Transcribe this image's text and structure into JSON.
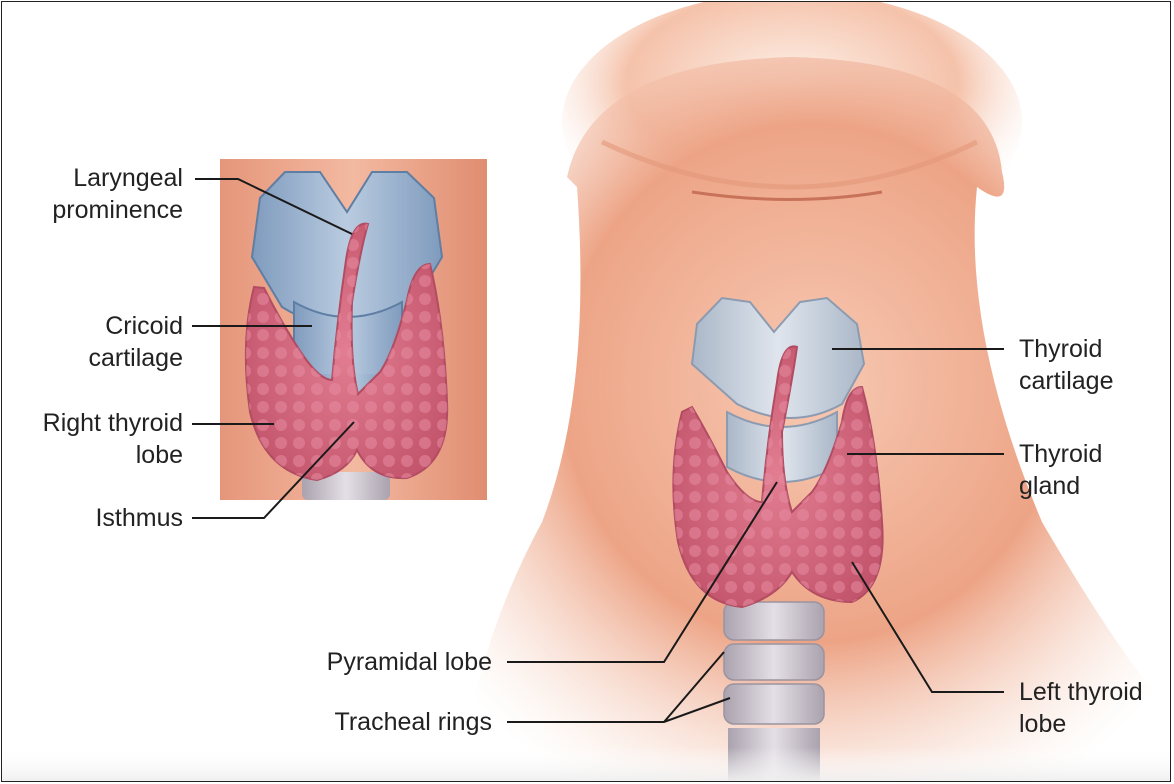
{
  "labels": {
    "laryngeal_prominence": [
      "Laryngeal",
      "prominence"
    ],
    "cricoid_cartilage": [
      "Cricoid",
      "cartilage"
    ],
    "right_thyroid_lobe": [
      "Right thyroid",
      "lobe"
    ],
    "isthmus": [
      "Isthmus"
    ],
    "thyroid_cartilage": [
      "Thyroid",
      "cartilage"
    ],
    "thyroid_gland": [
      "Thyroid",
      "gland"
    ],
    "pyramidal_lobe": [
      "Pyramidal lobe"
    ],
    "tracheal_rings": [
      "Tracheal rings"
    ],
    "left_thyroid_lobe": [
      "Left thyroid",
      "lobe"
    ]
  },
  "colors": {
    "skin_light": "#fbe3d6",
    "skin_mid": "#eea98a",
    "skin_dark": "#d97856",
    "cartilage": "#9fb6d0",
    "cartilage_pale": "#c8d2de",
    "thyroid": "#d76a80",
    "thyroid_dark": "#b84a60",
    "trachea": "#c9c3cc",
    "leader_line": "#1a1a1a",
    "text": "#222222"
  }
}
